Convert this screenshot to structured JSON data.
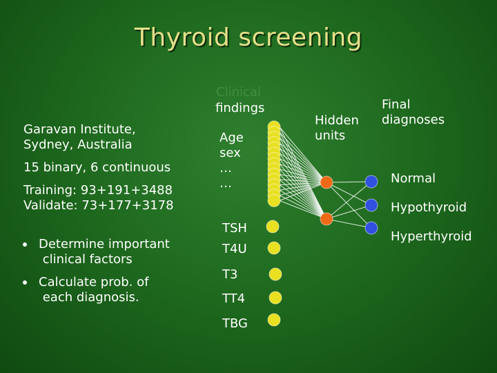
{
  "title": "Thyroid screening",
  "left": {
    "source": "Garavan Institute,\nSydney, Australia",
    "features": "15 binary, 6 continuous",
    "data_split": "Training: 93+191+3488\nValidate: 73+177+3178",
    "bullets": [
      "Determine important\n clinical factors",
      "Calculate prob. of\n each diagnosis."
    ]
  },
  "inputs": {
    "header_dim": "Clinical",
    "header": "findings",
    "binary_labels": "Age\nsex\n…\n…",
    "continuous_labels": [
      "TSH",
      "T4U",
      "T3",
      "TT4",
      "TBG"
    ]
  },
  "hidden": {
    "header": "Hidden\nunits"
  },
  "outputs": {
    "header": "Final\ndiagnoses",
    "labels": [
      "Normal",
      "Hypothyroid",
      "Hyperthyroid"
    ]
  },
  "colors": {
    "title": "#e6e08a",
    "input_node": "#e8e020",
    "hidden_node": "#ee6a18",
    "output_node": "#3050e0",
    "connection": "#ffffff"
  }
}
